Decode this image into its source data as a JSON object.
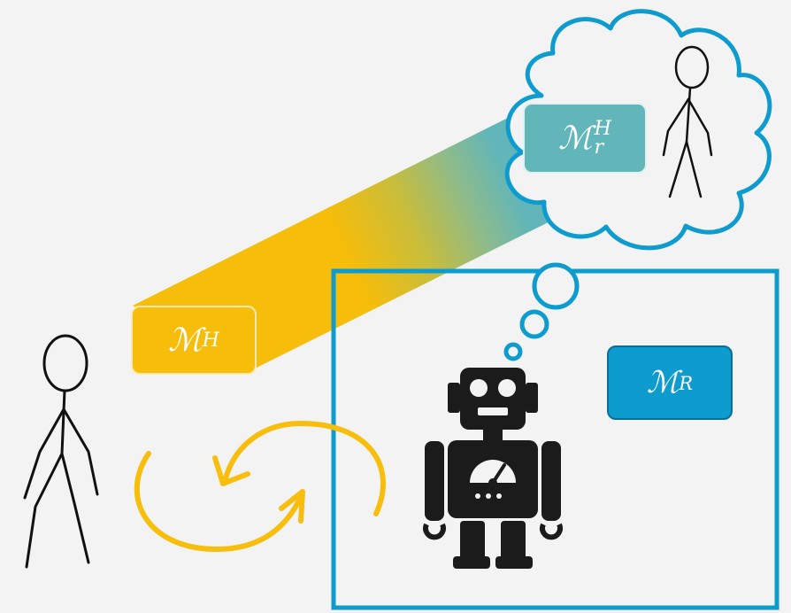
{
  "models": {
    "human": {
      "base": "ℳ",
      "sup": "H",
      "sub": ""
    },
    "human_of_robot": {
      "base": "ℳ",
      "sup": "H",
      "sub": "r"
    },
    "robot": {
      "base": "ℳ",
      "sup": "R",
      "sub": ""
    }
  },
  "colors": {
    "background": "#f3f3f3",
    "human_model": "#f6bd0a",
    "robot_mental_model": "#62b6b9",
    "robot_model": "#0e9ccf",
    "cycle_arrows": "#f7be0d",
    "figures": "#111111"
  },
  "icons": [
    "human-stick-figure-icon",
    "robot-icon",
    "thought-cloud-icon",
    "imagined-human-icon",
    "interaction-cycle-arrows-icon"
  ]
}
